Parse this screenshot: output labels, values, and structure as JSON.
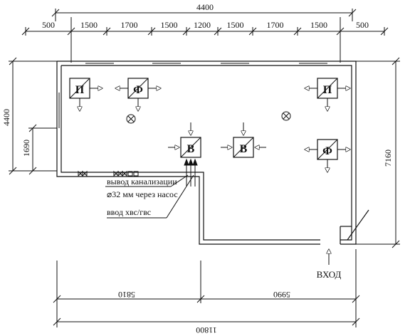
{
  "colors": {
    "ink": "#111111",
    "background": "#ffffff"
  },
  "top_dimensions": {
    "total": "4400",
    "segments": [
      "500",
      "1500",
      "1700",
      "1500",
      "1200",
      "1500",
      "1700",
      "1500",
      "500"
    ]
  },
  "left_dimensions": {
    "height": "4400",
    "lower": "1690"
  },
  "right_dimension": "7160",
  "bottom_dimensions": {
    "left_part": "5810",
    "right_part": "5990",
    "total": "11800"
  },
  "annotations": {
    "sewer_line1": "вывод канализации",
    "sewer_line2": "⌀32 мм через насос",
    "water_inlet": "ввод хвс/гвс",
    "entrance": "ВХОД"
  },
  "equipment": {
    "supply": "П",
    "filter": "Ф",
    "exhaust": "В"
  },
  "icons": [
    "cross-circle-icon",
    "valve-icon",
    "arrow-icon"
  ]
}
